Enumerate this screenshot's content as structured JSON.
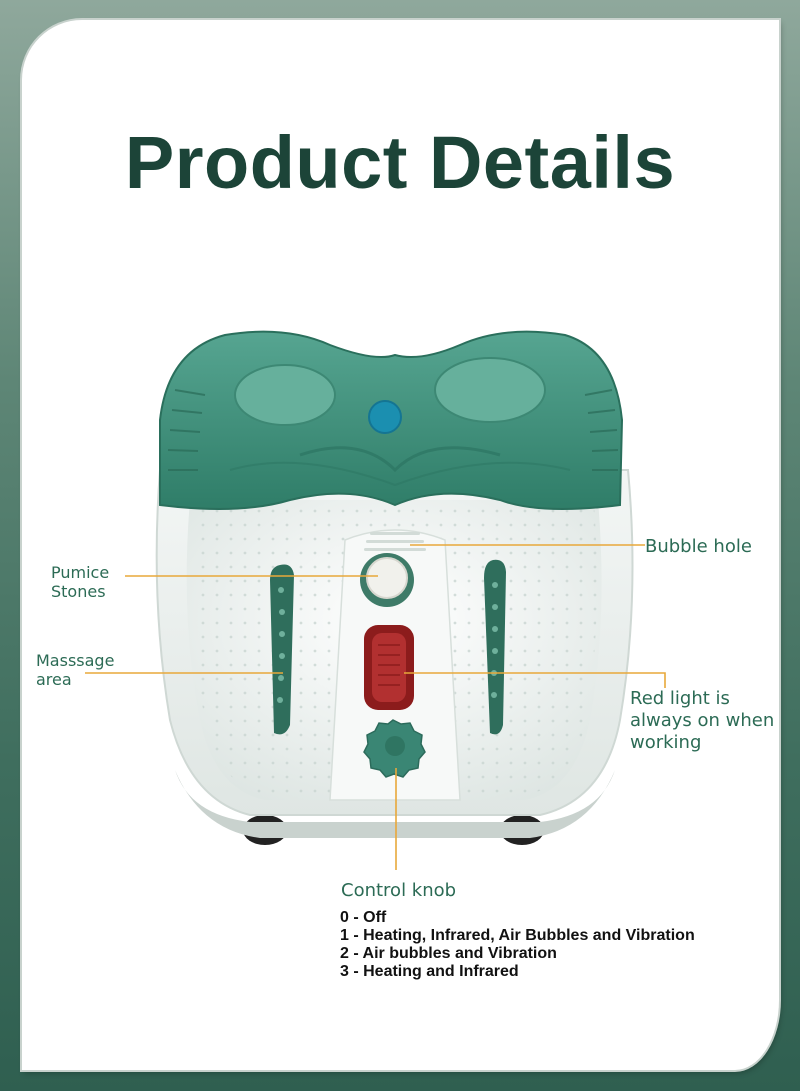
{
  "title": "Product Details",
  "labels": {
    "bubble_hole": "Bubble hole",
    "pumice_line1": "Pumice",
    "pumice_line2": "Stones",
    "massage_line1": "Masssage",
    "massage_line2": "area",
    "red_light_line1": "Red light is",
    "red_light_line2": "always on when",
    "red_light_line3": "working",
    "control_knob": "Control knob"
  },
  "modes": [
    "0 - Off",
    "1 - Heating, Infrared, Air Bubbles and Vibration",
    "2 - Air bubbles and Vibration",
    "3 - Heating and Infrared"
  ],
  "colors": {
    "title": "#1c4438",
    "label_text": "#2c6b55",
    "callout_line": "#e8a83a",
    "lid_green": "#3d8c78",
    "red_light": "#9e1f1f"
  }
}
